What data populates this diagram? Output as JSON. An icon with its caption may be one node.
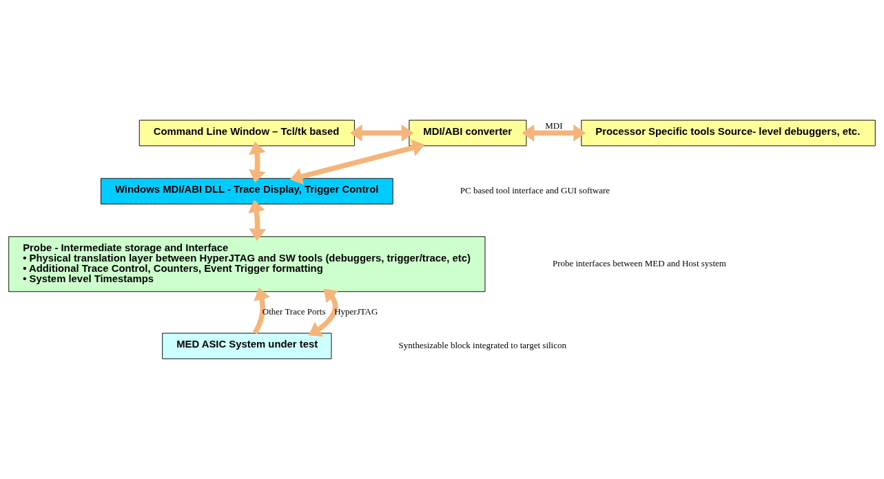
{
  "diagram": {
    "nodes": [
      {
        "text": [
          "Command Line Window – Tcl/tk based"
        ]
      },
      {
        "text": [
          "MDI/ABI converter"
        ]
      },
      {
        "text": [
          "Processor Specific tools Source- level debuggers, etc."
        ]
      },
      {
        "text": [
          "Windows MDI/ABI DLL - Trace Display, Trigger Control"
        ]
      },
      {
        "text": [
          "Probe - Intermediate storage and Interface",
          "• Physical translation layer between HyperJTAG and SW tools (debuggers, trigger/trace, etc)",
          "• Additional Trace Control, Counters, Event Trigger formatting",
          "• System level Timestamps"
        ]
      },
      {
        "text": [
          "MED ASIC System under test"
        ]
      }
    ],
    "edges": [
      {
        "from": 0,
        "to": 1,
        "arrow": "both"
      },
      {
        "from": 1,
        "to": 2,
        "arrow": "both",
        "label": "MDI"
      },
      {
        "from": 0,
        "to": 3,
        "arrow": "both"
      },
      {
        "from": 1,
        "to": 3,
        "arrow": "both"
      },
      {
        "from": 3,
        "to": 4,
        "arrow": "both"
      },
      {
        "from": 5,
        "to": 4,
        "arrow": "to",
        "label": "Other Trace Ports"
      },
      {
        "from": 5,
        "to": 4,
        "arrow": "both",
        "label": "HyperJTAG"
      }
    ],
    "labels": [
      "PC based tool interface and GUI software",
      "Probe interfaces between MED and Host system",
      "Synthesizable block integrated to target silicon"
    ]
  }
}
